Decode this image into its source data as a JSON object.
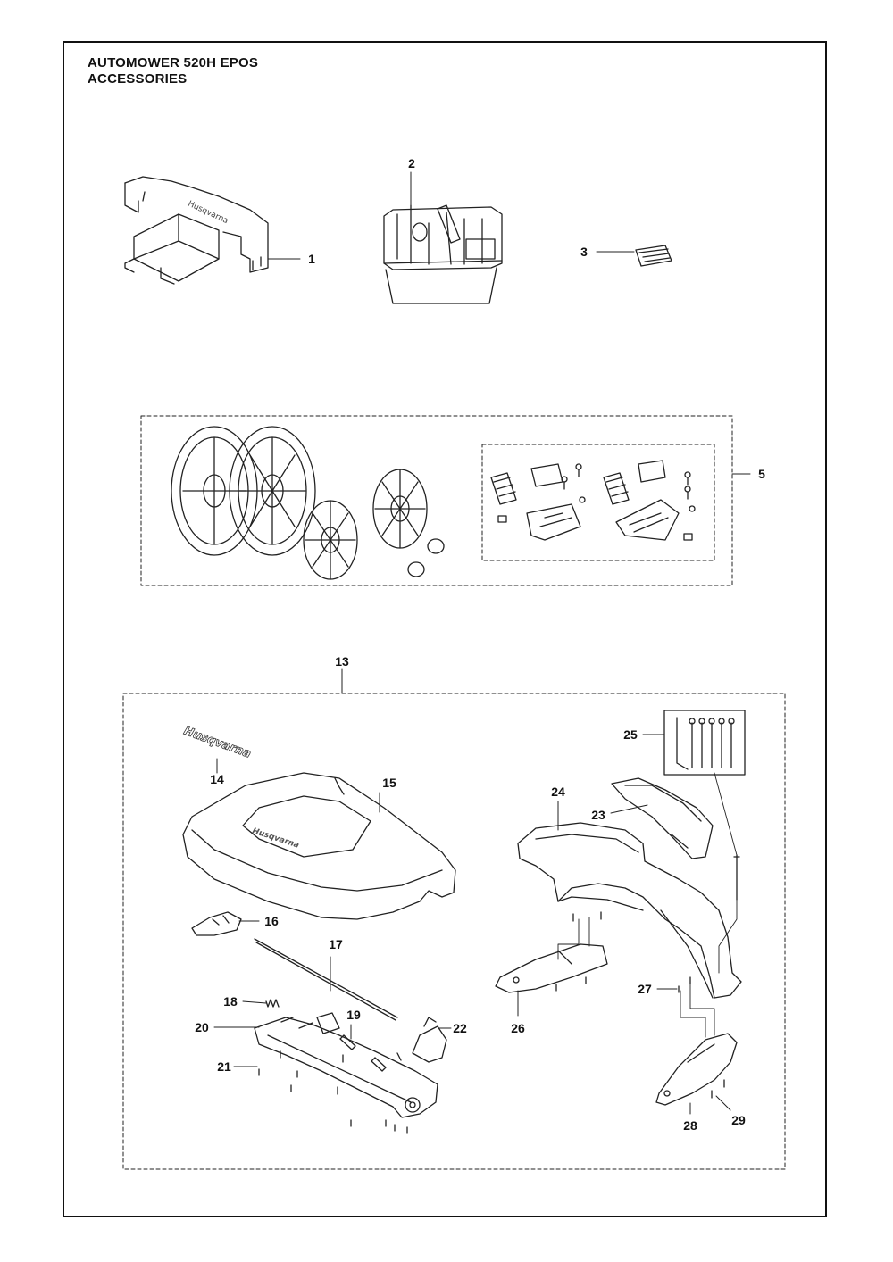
{
  "header": {
    "model": "AUTOMOWER 520H EPOS",
    "section": "ACCESSORIES"
  },
  "parts": [
    {
      "ref": "1",
      "item": "wall-hanger"
    },
    {
      "ref": "2",
      "item": "maintenance-kit-box"
    },
    {
      "ref": "3",
      "item": "cleaning-brush"
    },
    {
      "ref": "5",
      "item": "terrain-kit"
    },
    {
      "ref": "13",
      "item": "body-kit"
    },
    {
      "ref": "14",
      "item": "logo-decal"
    },
    {
      "ref": "15",
      "item": "body-cover"
    },
    {
      "ref": "16",
      "item": "latch"
    },
    {
      "ref": "17",
      "item": "rod"
    },
    {
      "ref": "18",
      "item": "spring"
    },
    {
      "ref": "19",
      "item": "pin"
    },
    {
      "ref": "20",
      "item": "mounting-frame"
    },
    {
      "ref": "21",
      "item": "screw"
    },
    {
      "ref": "22",
      "item": "catch"
    },
    {
      "ref": "23",
      "item": "handle-cover"
    },
    {
      "ref": "24",
      "item": "bumper-frame"
    },
    {
      "ref": "25",
      "item": "screw-set-and-hex-key"
    },
    {
      "ref": "26",
      "item": "front-skid-plate"
    },
    {
      "ref": "27",
      "item": "nut"
    },
    {
      "ref": "28",
      "item": "rear-skid-plate"
    },
    {
      "ref": "29",
      "item": "screw"
    }
  ],
  "decal_text": "Husqvarna"
}
